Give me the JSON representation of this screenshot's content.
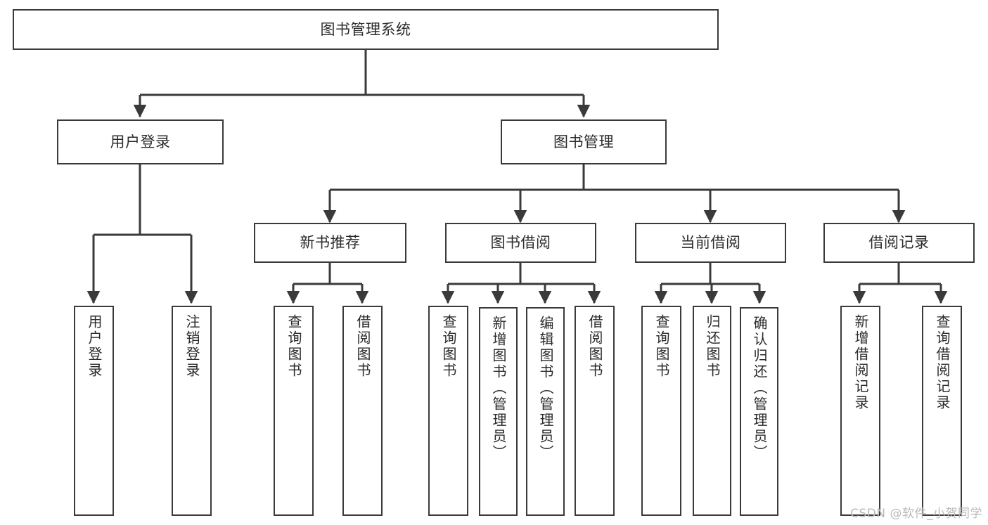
{
  "diagram": {
    "title": "图书管理系统",
    "type": "tree-hierarchy",
    "watermark": "CSDN @软件_小贺同学",
    "colors": {
      "background": "#ffffff",
      "box_border": "#3a3a3a",
      "box_fill": "#ffffff",
      "text": "#2b2b2b",
      "connector": "#3a3a3a",
      "watermark": "#b9b9b9"
    },
    "root": {
      "label": "图书管理系统"
    },
    "level2": [
      {
        "label": "用户登录"
      },
      {
        "label": "图书管理"
      }
    ],
    "level3": [
      {
        "label": "新书推荐"
      },
      {
        "label": "图书借阅"
      },
      {
        "label": "当前借阅"
      },
      {
        "label": "借阅记录"
      }
    ],
    "leaves": {
      "user_login": [
        {
          "label": "用户登录"
        },
        {
          "label": "注销登录"
        }
      ],
      "new_book_recommend": [
        {
          "label": "查询图书"
        },
        {
          "label": "借阅图书"
        }
      ],
      "book_borrow": [
        {
          "label": "查询图书"
        },
        {
          "label": "新增图书（管理员）"
        },
        {
          "label": "编辑图书（管理员）"
        },
        {
          "label": "借阅图书"
        }
      ],
      "current_borrow": [
        {
          "label": "查询图书"
        },
        {
          "label": "归还图书"
        },
        {
          "label": "确认归还（管理员）"
        }
      ],
      "borrow_record": [
        {
          "label": "新增借阅记录"
        },
        {
          "label": "查询借阅记录"
        }
      ]
    }
  }
}
